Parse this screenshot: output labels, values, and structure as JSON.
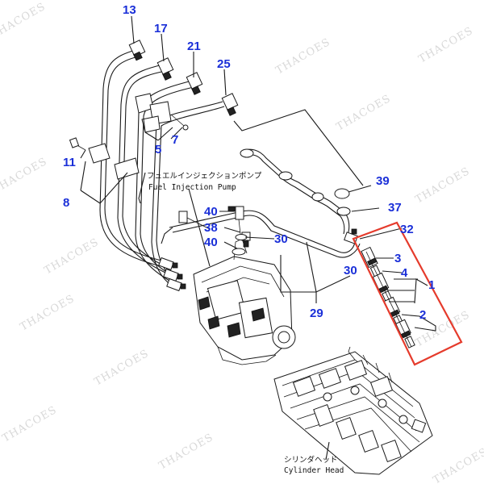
{
  "watermark": "THACOES",
  "callouts": [
    {
      "id": "13",
      "label": "13"
    },
    {
      "id": "17",
      "label": "17"
    },
    {
      "id": "21",
      "label": "21"
    },
    {
      "id": "25",
      "label": "25"
    },
    {
      "id": "5",
      "label": "5"
    },
    {
      "id": "7",
      "label": "7"
    },
    {
      "id": "11",
      "label": "11"
    },
    {
      "id": "8",
      "label": "8"
    },
    {
      "id": "39",
      "label": "39"
    },
    {
      "id": "37",
      "label": "37"
    },
    {
      "id": "32",
      "label": "32"
    },
    {
      "id": "40a",
      "label": "40"
    },
    {
      "id": "38",
      "label": "38"
    },
    {
      "id": "40b",
      "label": "40"
    },
    {
      "id": "30a",
      "label": "30"
    },
    {
      "id": "30b",
      "label": "30"
    },
    {
      "id": "3",
      "label": "3"
    },
    {
      "id": "4",
      "label": "4"
    },
    {
      "id": "1",
      "label": "1"
    },
    {
      "id": "2",
      "label": "2"
    },
    {
      "id": "29",
      "label": "29"
    }
  ],
  "labels": {
    "fuel_pump_jp": "フュエルインジェクションポンプ",
    "fuel_pump_en": "Fuel Injection Pump",
    "cyl_head_jp": "シリンダヘッド",
    "cyl_head_en": "Cylinder Head"
  },
  "highlight_color": "#e53b2c",
  "callout_color": "#1a2fd8"
}
